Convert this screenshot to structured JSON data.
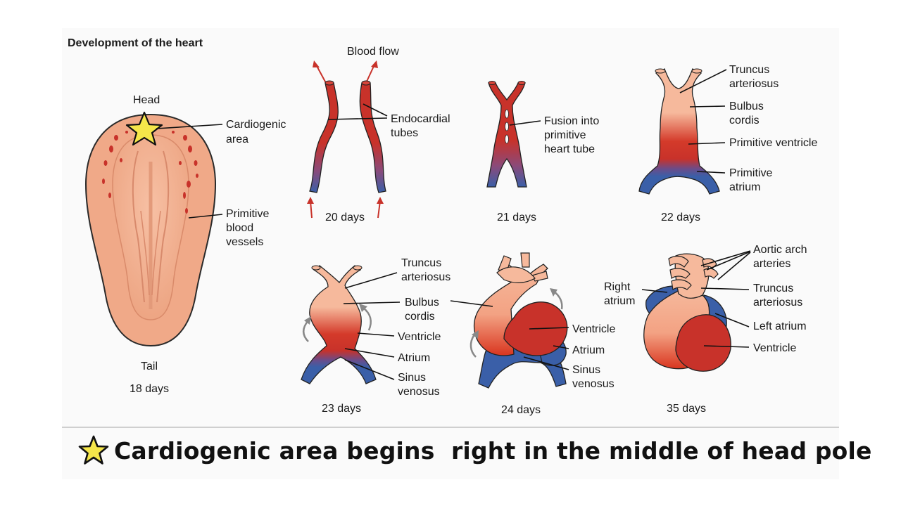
{
  "figure": {
    "title": "Development of the heart",
    "embryo": {
      "head": "Head",
      "tail": "Tail",
      "day": "18 days",
      "labels": [
        "Cardiogenic",
        "area",
        "Primitive",
        "blood",
        "vessels"
      ]
    },
    "day20": {
      "top": "Blood flow",
      "labels": [
        "Endocardial",
        "tubes"
      ],
      "day": "20 days"
    },
    "day21": {
      "labels": [
        "Fusion into",
        "primitive",
        "heart tube"
      ],
      "day": "21 days"
    },
    "day22": {
      "labels": [
        "Truncus",
        "arteriosus",
        "Bulbus",
        "cordis",
        "Primitive ventricle",
        "Primitive",
        "atrium"
      ],
      "day": "22 days"
    },
    "day23": {
      "labels": [
        "Truncus",
        "arteriosus",
        "Bulbus",
        "cordis",
        "Ventricle",
        "Atrium",
        "Sinus",
        "venosus"
      ],
      "day": "23 days"
    },
    "day24": {
      "labels": [
        "Ventricle",
        "Atrium",
        "Sinus",
        "venosus"
      ],
      "day": "24 days"
    },
    "day35": {
      "labels": [
        "Aortic arch",
        "arteries",
        "Right",
        "atrium",
        "Truncus",
        "arteriosus",
        "Left atrium",
        "Ventricle"
      ],
      "day": "35 days"
    }
  },
  "caption": {
    "text": "Cardiogenic area begins  right in the middle of head pole"
  },
  "colors": {
    "red": "#c8322a",
    "blue": "#3a5fa8",
    "pink": "#f6b99c",
    "embryo": "#f0a988",
    "star": "#f5e64a"
  }
}
